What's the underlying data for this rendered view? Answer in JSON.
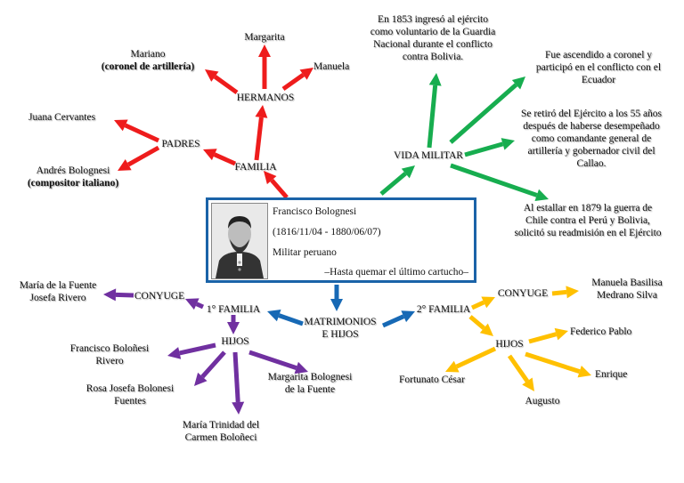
{
  "colors": {
    "red": "#ee1c1c",
    "green": "#17ad4f",
    "blue": "#1769b5",
    "purple": "#7030a0",
    "yellow": "#ffc000",
    "box_border": "#1a63a8"
  },
  "center": {
    "name": "Francisco Bolognesi",
    "dates": "(1816/11/04 - 1880/06/07)",
    "role": "Militar peruano",
    "quote": "–Hasta quemar el último cartucho–",
    "portrait_icon": "portrait-icon"
  },
  "family": {
    "label": "FAMILIA",
    "hermanos": {
      "label": "HERMANOS",
      "mariano_name": "Mariano",
      "mariano_note": "(coronel de artillería)",
      "margarita": "Margarita",
      "manuela": "Manuela"
    },
    "padres": {
      "label": "PADRES",
      "juana": "Juana Cervantes",
      "andres_name": "Andrés Bolognesi",
      "andres_note": "(compositor italiano)"
    }
  },
  "military": {
    "label": "VIDA MILITAR",
    "item1": [
      "En 1853 ingresó al ejército",
      "como voluntario de la Guardia",
      "Nacional durante el conflicto",
      "contra Bolivia."
    ],
    "item2": [
      "Fue ascendido a coronel y",
      "participó en el conflicto con el",
      "Ecuador"
    ],
    "item3": [
      "Se retiró del Ejército a los 55 años",
      "después de haberse desempeñado",
      "como comandante general de",
      "artillería y gobernador civil del",
      "Callao."
    ],
    "item4": [
      "Al estallar en 1879 la guerra de",
      "Chile contra el Perú y Bolivia,",
      "solicitó su readmisión en el Ejército"
    ]
  },
  "marriages": {
    "label": [
      "MATRIMONIOS",
      "E HIJOS"
    ],
    "first": {
      "label": "1° FAMILIA",
      "conyuge_label": "CONYUGE",
      "conyuge": [
        "María de la Fuente",
        "Josefa Rivero"
      ],
      "hijos_label": "HIJOS",
      "child1": [
        "Francisco Boloñesi",
        "Rivero"
      ],
      "child2": [
        "Rosa Josefa Bolonesi",
        "Fuentes"
      ],
      "child3": [
        "María Trinidad del",
        "Carmen Boloñeci"
      ],
      "child4": [
        "Margarita Bolognesi",
        "de la Fuente"
      ]
    },
    "second": {
      "label": "2° FAMILIA",
      "conyuge_label": "CONYUGE",
      "conyuge": [
        "Manuela Basilisa",
        "Medrano Silva"
      ],
      "hijos_label": "HIJOS",
      "child1": "Fortunato César",
      "child2": "Augusto",
      "child3": "Enrique",
      "child4": "Federico Pablo"
    }
  }
}
